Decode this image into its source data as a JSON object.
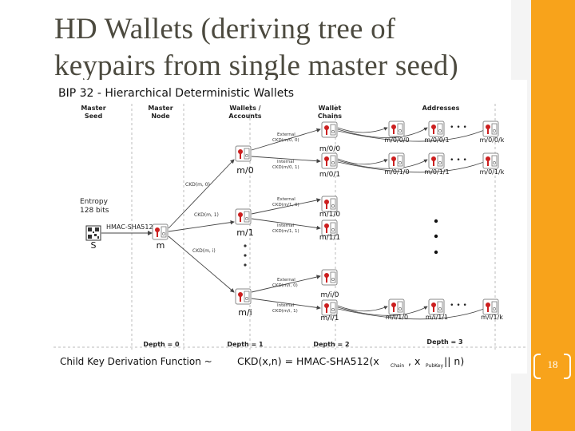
{
  "slide": {
    "title_line1": "HD Wallets (deriving tree of",
    "title_line2": "keypairs from single master seed)",
    "page_number": "18"
  },
  "diagram": {
    "heading": "BIP 32 - Hierarchical Deterministic Wallets",
    "columns": {
      "master_seed": [
        "Master",
        "Seed"
      ],
      "master_node": [
        "Master",
        "Node"
      ],
      "wallets": [
        "Wallets /",
        "Accounts"
      ],
      "chains": [
        "Wallet",
        "Chains"
      ],
      "addresses": "Addresses"
    },
    "entropy": [
      "Entropy",
      "128 bits"
    ],
    "hmac_label": "HMAC-SHA512",
    "seed_label": "S",
    "master_label": "m",
    "ckd_labels": [
      "CKD(m, 0)",
      "CKD(m, 1)",
      "CKD(m, i)"
    ],
    "accounts": [
      "m/0",
      "m/1",
      "m/i"
    ],
    "chain_ext_labels": [
      [
        "External",
        "CKD(m/0, 0)"
      ],
      [
        "External",
        "CKD(m/1, 0)"
      ],
      [
        "External",
        "CKD(m/i, 0)"
      ]
    ],
    "chain_int_labels": [
      [
        "Internal",
        "CKD(m/0, 1)"
      ],
      [
        "Internal",
        "CKD(m/1, 1)"
      ],
      [
        "Internal",
        "CKD(m/i, 1)"
      ]
    ],
    "chains": [
      "m/0/0",
      "m/0/1",
      "m/1/0",
      "m/1/1",
      "m/i/0",
      "m/i/1"
    ],
    "address_row1": [
      "m/0/0/0",
      "m/0/0/1",
      "m/0/0/k"
    ],
    "address_row2": [
      "m/0/1/0",
      "m/0/1/1",
      "m/0/1/k"
    ],
    "address_row3": [
      "m/i/1/0",
      "m/i/1/1",
      "m/i/1/k"
    ],
    "ellipsis": "• • •",
    "depths": [
      "Depth = 0",
      "Depth = 1",
      "Depth = 2",
      "Depth = 3"
    ],
    "formula": {
      "prefix": "Child Key Derivation Function ~",
      "main": "CKD(x,n) = HMAC-SHA512(x",
      "sub1": "Chain",
      "mid": ", x",
      "sub2": "PubKey",
      "suffix": "|| n)"
    }
  },
  "colors": {
    "sidebar": "#f8a31b",
    "title": "#4c4a3f",
    "key": "#cc1f1f"
  }
}
